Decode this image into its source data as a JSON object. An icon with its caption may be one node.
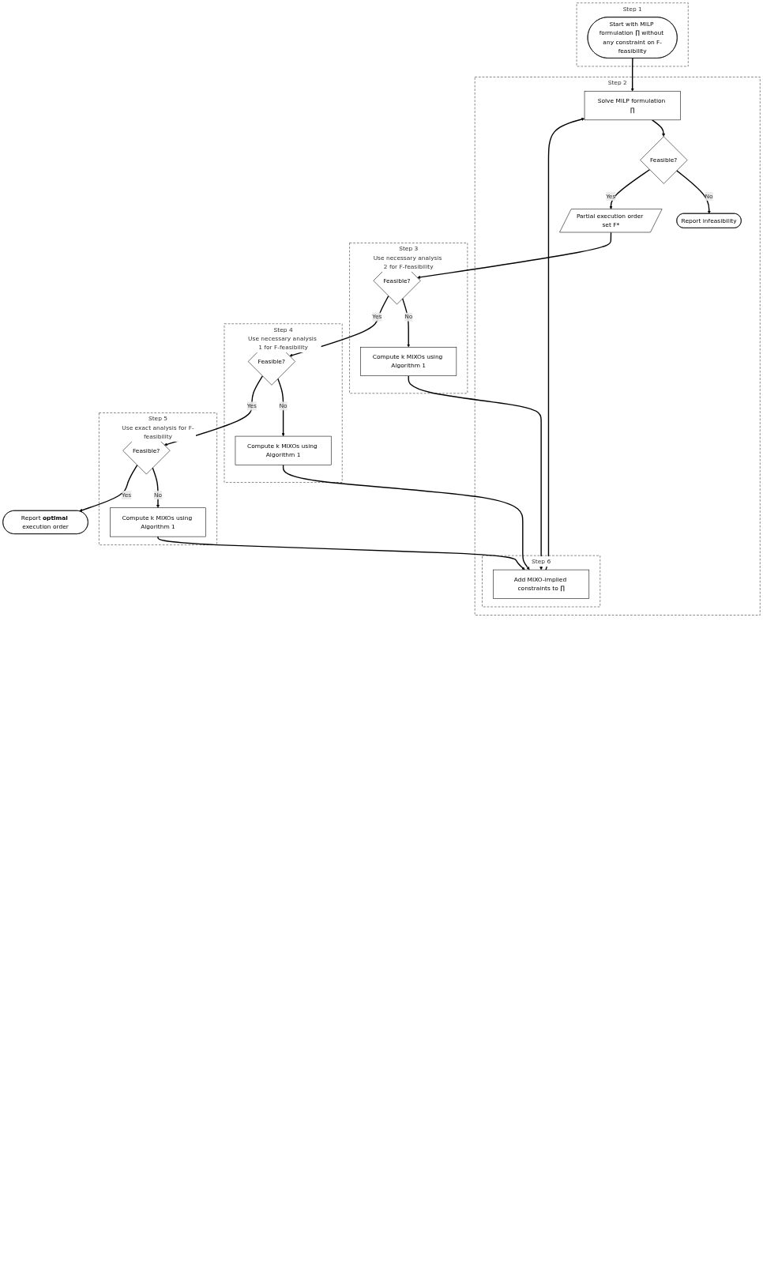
{
  "diagram": {
    "nodes": [
      {
        "text": [
          "Step 1"
        ]
      },
      {
        "text": [
          "Start with MILP formulation ∏ without any constraint on F-feasibility"
        ],
        "in": 0
      },
      {
        "text": [
          "Step 2"
        ]
      },
      {
        "text": [
          "Solve MILP formulation ∏"
        ],
        "in": 2
      },
      {
        "text": [
          "Step 6"
        ],
        "in": 2
      },
      {
        "text": [
          "Add MIXO-implied constraints to ∏"
        ],
        "in": 4
      },
      {
        "text": [
          "Feasible?"
        ],
        "in": 2
      },
      {
        "text": [
          "Report infeasibility"
        ],
        "in": 2
      },
      {
        "text": [
          "Partial execution order set F*"
        ],
        "in": 2
      },
      {
        "text": [
          "Step 3",
          "Use necessary analysis 2 for F-feasibility"
        ]
      },
      {
        "text": [
          "Feasible?"
        ],
        "in": 9
      },
      {
        "text": [
          "Compute k MIXOs using Algorithm 1"
        ],
        "in": 9
      },
      {
        "text": [
          "Step 4",
          "Use necessary analysis 1 for F-feasibility"
        ]
      },
      {
        "text": [
          "Feasible?"
        ],
        "in": 12
      },
      {
        "text": [
          "Compute k MIXOs using Algorithm 1"
        ],
        "in": 12
      },
      {
        "text": [
          "Step 5",
          "Use exact analysis for F-feasibility"
        ]
      },
      {
        "text": [
          "Feasible?"
        ],
        "in": 15
      },
      {
        "text": [
          "Compute k MIXOs using Algorithm 1"
        ],
        "in": 15
      },
      {
        "text": [
          "Report **optimal** execution order"
        ]
      }
    ],
    "edges": [
      {
        "from": 1,
        "to": 3,
        "arrow": "to"
      },
      {
        "from": 5,
        "to": 3,
        "arrow": "to"
      },
      {
        "from": 3,
        "to": 6,
        "arrow": "to"
      },
      {
        "from": 6,
        "to": 7,
        "arrow": "to",
        "label": "No"
      },
      {
        "from": 6,
        "to": 8,
        "arrow": "to",
        "label": "Yes"
      },
      {
        "from": 8,
        "to": 10,
        "arrow": "to"
      },
      {
        "from": 10,
        "to": 11,
        "arrow": "to",
        "label": "No"
      },
      {
        "from": 10,
        "to": 13,
        "arrow": "to",
        "label": "Yes"
      },
      {
        "from": 13,
        "to": 14,
        "arrow": "to",
        "label": "No"
      },
      {
        "from": 13,
        "to": 16,
        "arrow": "to",
        "label": "Yes"
      },
      {
        "from": 16,
        "to": 17,
        "arrow": "to",
        "label": "No"
      },
      {
        "from": 16,
        "to": 18,
        "arrow": "to",
        "label": "Yes"
      },
      {
        "from": 11,
        "to": 5,
        "arrow": "to"
      },
      {
        "from": 14,
        "to": 5,
        "arrow": "to"
      },
      {
        "from": 17,
        "to": 5,
        "arrow": "to"
      }
    ]
  }
}
